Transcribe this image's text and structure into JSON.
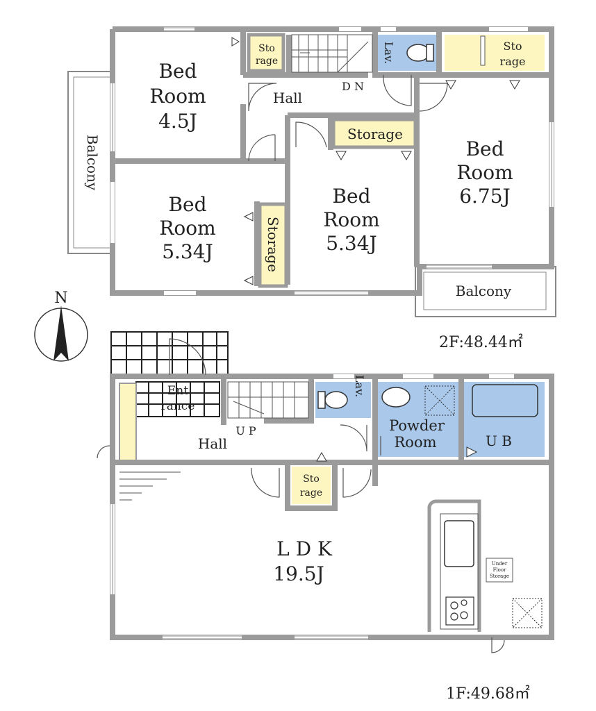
{
  "floor2": {
    "area": "2F:48.44㎡",
    "bed1": {
      "l1": "Bed",
      "l2": "Room",
      "l3": "4.5J"
    },
    "bed2": {
      "l1": "Bed",
      "l2": "Room",
      "l3": "5.34J"
    },
    "bed3": {
      "l1": "Bed",
      "l2": "Room",
      "l3": "5.34J"
    },
    "bed4": {
      "l1": "Bed",
      "l2": "Room",
      "l3": "6.75J"
    },
    "storage_a": {
      "l1": "Sto",
      "l2": "rage"
    },
    "storage_b": {
      "l1": "Sto",
      "l2": "rage"
    },
    "storage_c": "Storage",
    "storage_d": "Storage",
    "lav": "Lav.",
    "hall": "Hall",
    "stairs": "D N",
    "balcony_left": "Balcony",
    "balcony_right": "Balcony"
  },
  "floor1": {
    "area": "1F:49.68㎡",
    "entrance": {
      "l1": "Ent",
      "l2": "rance"
    },
    "hall": "Hall",
    "stairs": "U P",
    "lav": "Lav.",
    "powder": {
      "l1": "Powder",
      "l2": "Room"
    },
    "ub": "U B",
    "storage": {
      "l1": "Sto",
      "l2": "rage"
    },
    "ldk": {
      "l1": "L D K",
      "l2": "19.5J"
    },
    "underfloor": {
      "l1": "Under",
      "l2": "Floor",
      "l3": "Storage"
    }
  },
  "compass": {
    "label": "N"
  },
  "colors": {
    "wall": "#9b9b9b",
    "storage": "#fdf6c0",
    "wet": "#a9c8ea",
    "grid": "#222222"
  }
}
